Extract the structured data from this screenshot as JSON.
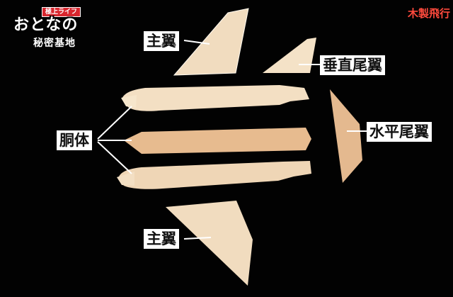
{
  "logo": {
    "top_badge": "極上ライフ",
    "main_title": "おとなの",
    "sub_title": "秘密基地"
  },
  "corner_title": "木製飛行",
  "labels": {
    "main_wing_top": "主翼",
    "vertical_tail": "垂直尾翼",
    "fuselage": "胴体",
    "horizontal_tail": "水平尾翼",
    "main_wing_bottom": "主翼"
  },
  "colors": {
    "background": "#020202",
    "wood_light": "#f1dcbf",
    "wood_dark": "#e6b98c",
    "leader_line": "#ffffff",
    "corner_title": "#ff4a3d",
    "logo_badge": "#d8262e"
  }
}
